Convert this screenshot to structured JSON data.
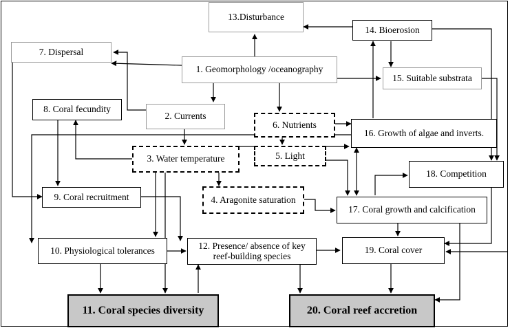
{
  "nodes": {
    "n1": "1. Geomorphology /oceanography",
    "n2": "2. Currents",
    "n3": "3. Water temperature",
    "n4": "4. Aragonite saturation",
    "n5": "5. Light",
    "n6": "6.  Nutrients",
    "n7": "7. Dispersal",
    "n8": "8. Coral fecundity",
    "n9": "9. Coral recruitment",
    "n10": "10. Physiological tolerances",
    "n11": "11. Coral species diversity",
    "n12": "12. Presence/ absence of key reef-building species",
    "n13": "13.Disturbance",
    "n14": "14. Bioerosion",
    "n15": "15. Suitable substrata",
    "n16": "16. Growth of algae and inverts.",
    "n17": "17. Coral growth and calcification",
    "n18": "18. Competition",
    "n19": "19. Coral cover",
    "n20": "20. Coral reef accretion"
  }
}
